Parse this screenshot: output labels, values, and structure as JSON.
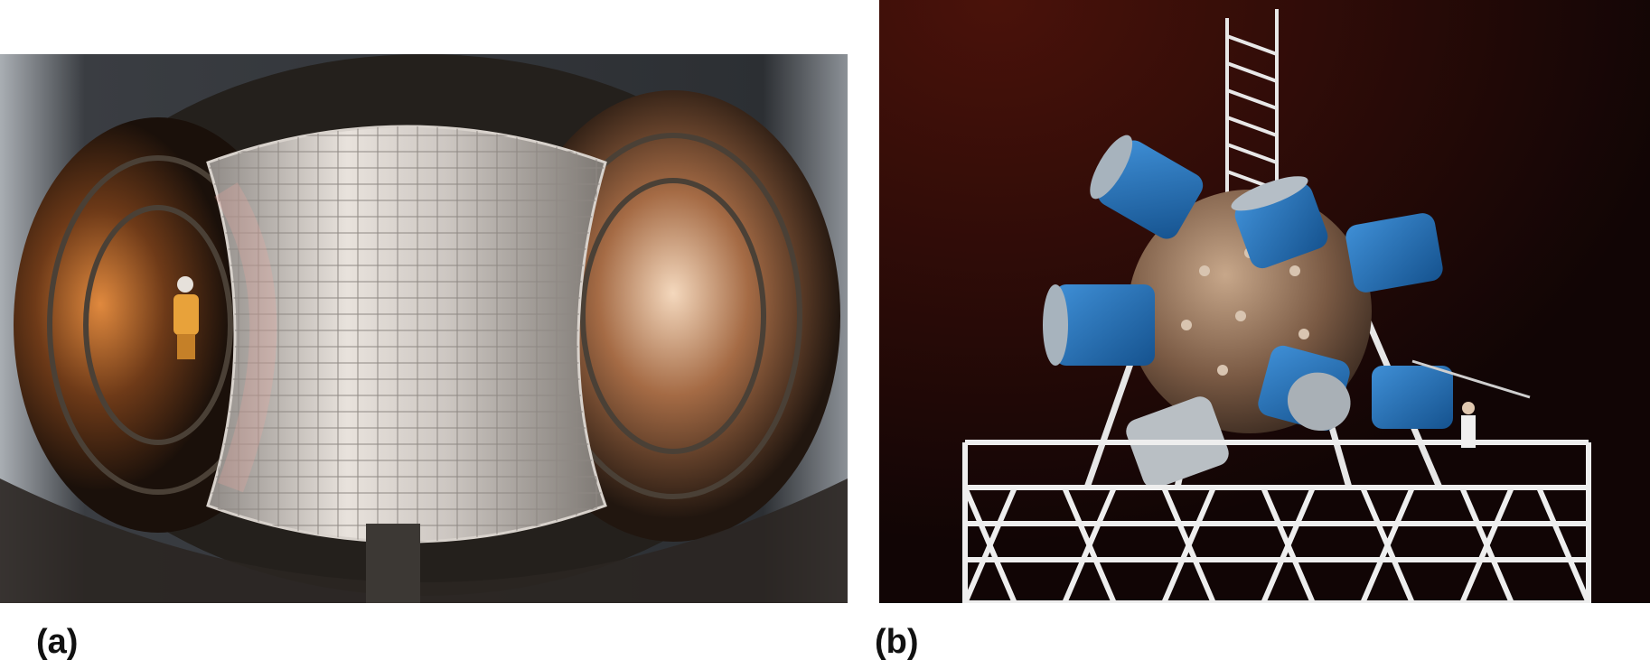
{
  "panels": [
    {
      "label": "(a)",
      "photo": "tokamak-vessel-interior",
      "accent": "#c9c4bd"
    },
    {
      "label": "(b)",
      "photo": "spherical-laser-target-chamber",
      "accent": "#1f6fb4"
    }
  ]
}
